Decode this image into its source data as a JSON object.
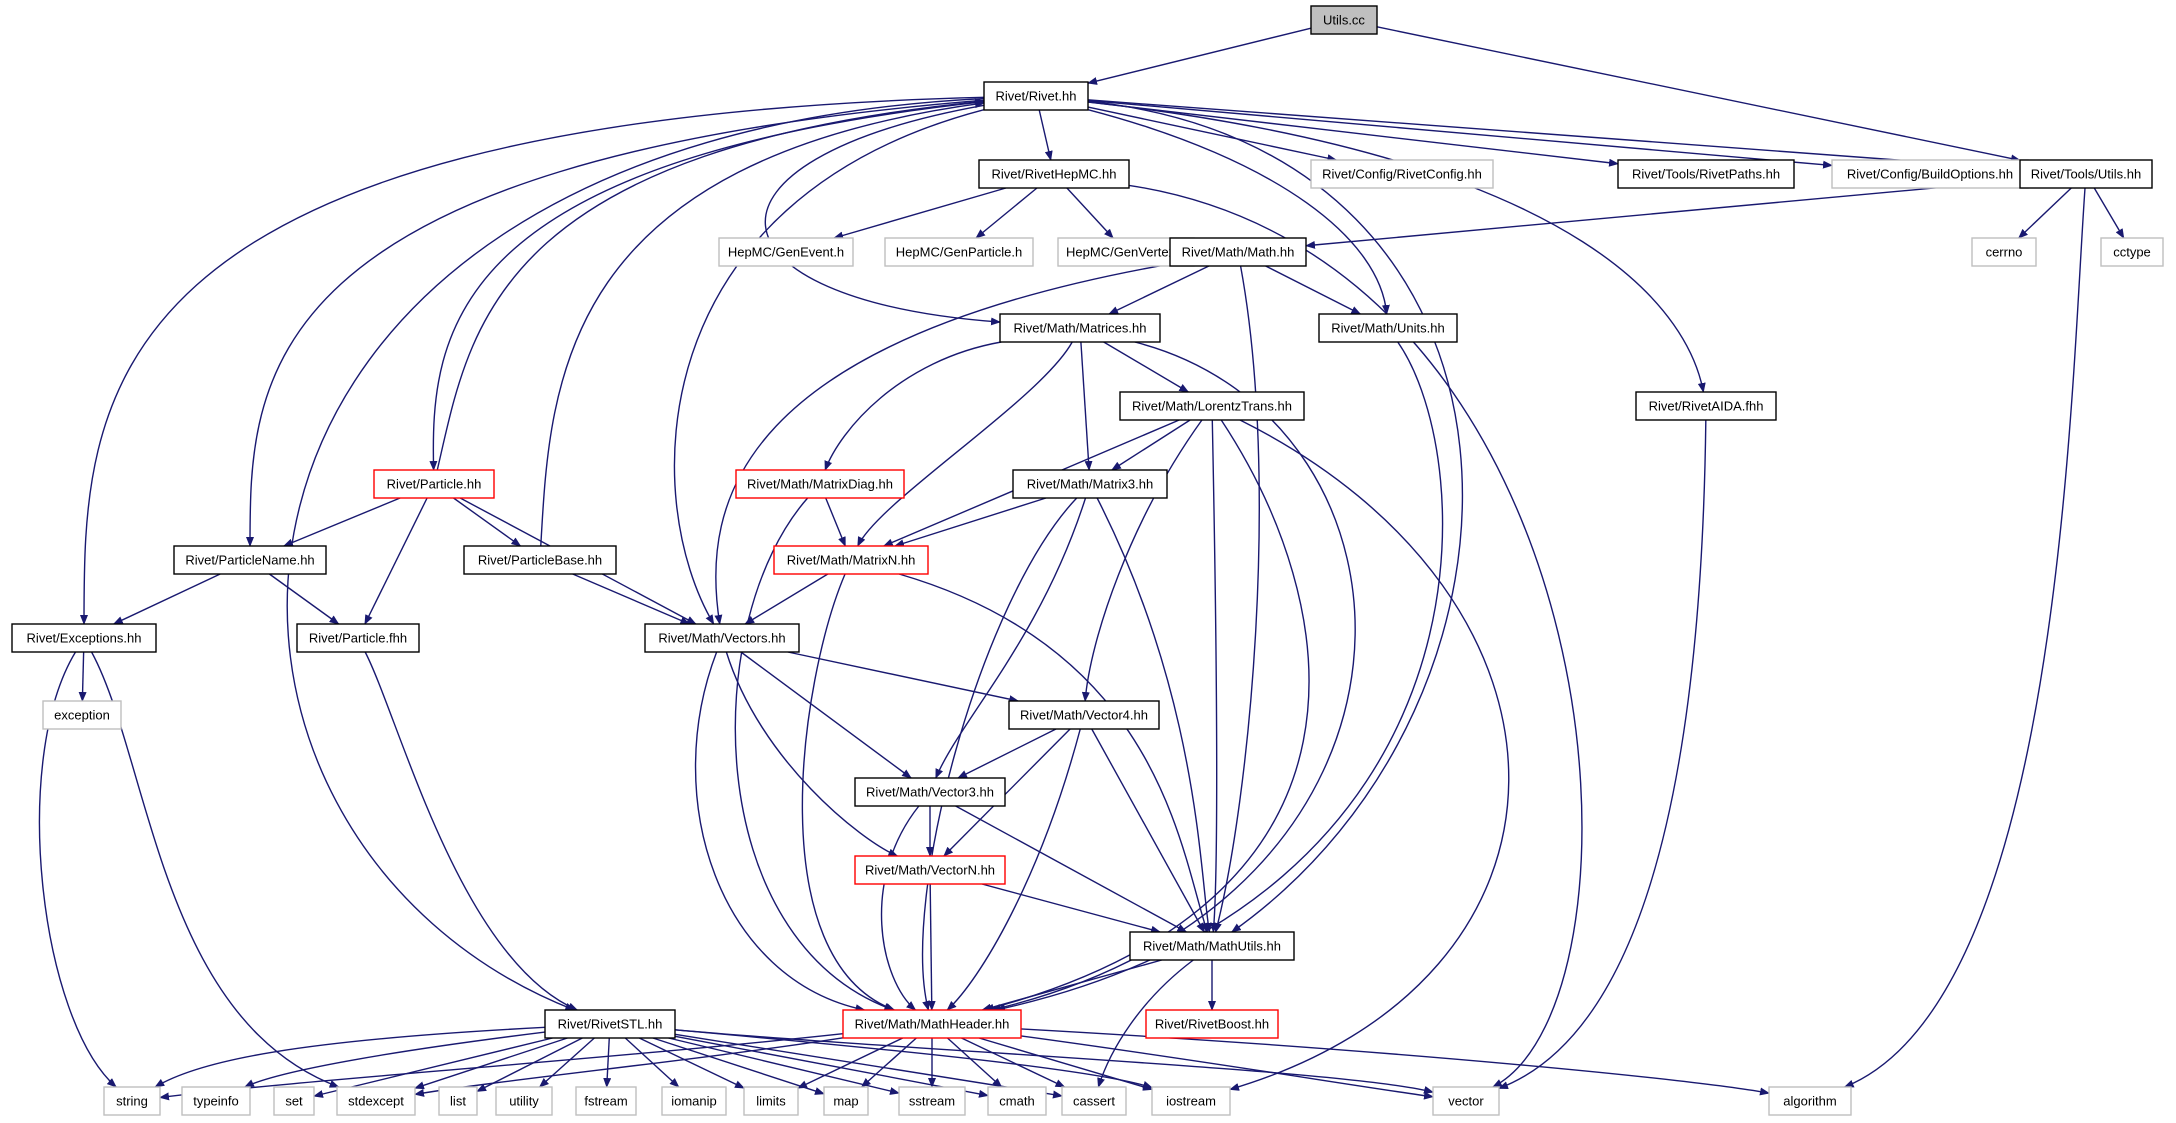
{
  "diagram": {
    "type": "include-dependency-graph",
    "colors": {
      "edge": "#191970",
      "normal_border": "#000000",
      "missing_border": "#bfbfbf",
      "truncated_border": "#ff0000",
      "root_fill": "#bfbfbf",
      "text": "#000000",
      "missing_text": "#000000"
    },
    "nodes": [
      {
        "id": "utils_cc",
        "label": "Utils.cc",
        "style": "root"
      },
      {
        "id": "rivet_hh",
        "label": "Rivet/Rivet.hh",
        "style": "normal"
      },
      {
        "id": "rivethepmc",
        "label": "Rivet/RivetHepMC.hh",
        "style": "normal"
      },
      {
        "id": "rivetconfig",
        "label": "Rivet/Config/RivetConfig.hh",
        "style": "missing"
      },
      {
        "id": "rivetpaths",
        "label": "Rivet/Tools/RivetPaths.hh",
        "style": "normal"
      },
      {
        "id": "buildoptions",
        "label": "Rivet/Config/BuildOptions.hh",
        "style": "missing"
      },
      {
        "id": "toolsutils",
        "label": "Rivet/Tools/Utils.hh",
        "style": "normal"
      },
      {
        "id": "genevent",
        "label": "HepMC/GenEvent.h",
        "style": "missing"
      },
      {
        "id": "genparticle",
        "label": "HepMC/GenParticle.h",
        "style": "missing"
      },
      {
        "id": "genvertex",
        "label": "HepMC/GenVertex.h",
        "style": "missing"
      },
      {
        "id": "mathhh",
        "label": "Rivet/Math/Math.hh",
        "style": "normal"
      },
      {
        "id": "cerrno",
        "label": "cerrno",
        "style": "missing"
      },
      {
        "id": "cctype",
        "label": "cctype",
        "style": "missing"
      },
      {
        "id": "matrices",
        "label": "Rivet/Math/Matrices.hh",
        "style": "normal"
      },
      {
        "id": "units",
        "label": "Rivet/Math/Units.hh",
        "style": "normal"
      },
      {
        "id": "lorentz",
        "label": "Rivet/Math/LorentzTrans.hh",
        "style": "normal"
      },
      {
        "id": "aidafhh",
        "label": "Rivet/RivetAIDA.fhh",
        "style": "normal"
      },
      {
        "id": "particlehh",
        "label": "Rivet/Particle.hh",
        "style": "truncated"
      },
      {
        "id": "matrixdiag",
        "label": "Rivet/Math/MatrixDiag.hh",
        "style": "truncated"
      },
      {
        "id": "matrix3",
        "label": "Rivet/Math/Matrix3.hh",
        "style": "normal"
      },
      {
        "id": "particlename",
        "label": "Rivet/ParticleName.hh",
        "style": "normal"
      },
      {
        "id": "particlebase",
        "label": "Rivet/ParticleBase.hh",
        "style": "normal"
      },
      {
        "id": "matrixn",
        "label": "Rivet/Math/MatrixN.hh",
        "style": "truncated"
      },
      {
        "id": "exceptions",
        "label": "Rivet/Exceptions.hh",
        "style": "normal"
      },
      {
        "id": "particlefhh",
        "label": "Rivet/Particle.fhh",
        "style": "normal"
      },
      {
        "id": "vectors",
        "label": "Rivet/Math/Vectors.hh",
        "style": "normal"
      },
      {
        "id": "exception",
        "label": "exception",
        "style": "missing"
      },
      {
        "id": "vector4",
        "label": "Rivet/Math/Vector4.hh",
        "style": "normal"
      },
      {
        "id": "vector3",
        "label": "Rivet/Math/Vector3.hh",
        "style": "normal"
      },
      {
        "id": "vectorn",
        "label": "Rivet/Math/VectorN.hh",
        "style": "truncated"
      },
      {
        "id": "mathutils",
        "label": "Rivet/Math/MathUtils.hh",
        "style": "normal"
      },
      {
        "id": "rivetstl",
        "label": "Rivet/RivetSTL.hh",
        "style": "normal"
      },
      {
        "id": "mathheader",
        "label": "Rivet/Math/MathHeader.hh",
        "style": "truncated"
      },
      {
        "id": "rivetboost",
        "label": "Rivet/RivetBoost.hh",
        "style": "truncated"
      },
      {
        "id": "string",
        "label": "string",
        "style": "missing"
      },
      {
        "id": "typeinfo",
        "label": "typeinfo",
        "style": "missing"
      },
      {
        "id": "set",
        "label": "set",
        "style": "missing"
      },
      {
        "id": "stdexcept",
        "label": "stdexcept",
        "style": "missing"
      },
      {
        "id": "list",
        "label": "list",
        "style": "missing"
      },
      {
        "id": "utility",
        "label": "utility",
        "style": "missing"
      },
      {
        "id": "fstream",
        "label": "fstream",
        "style": "missing"
      },
      {
        "id": "iomanip",
        "label": "iomanip",
        "style": "missing"
      },
      {
        "id": "limits",
        "label": "limits",
        "style": "missing"
      },
      {
        "id": "map",
        "label": "map",
        "style": "missing"
      },
      {
        "id": "sstream",
        "label": "sstream",
        "style": "missing"
      },
      {
        "id": "cmath",
        "label": "cmath",
        "style": "missing"
      },
      {
        "id": "cassert",
        "label": "cassert",
        "style": "missing"
      },
      {
        "id": "iostream",
        "label": "iostream",
        "style": "missing"
      },
      {
        "id": "vector",
        "label": "vector",
        "style": "missing"
      },
      {
        "id": "algorithm",
        "label": "algorithm",
        "style": "missing"
      }
    ],
    "edges": [
      [
        "utils_cc",
        "rivet_hh"
      ],
      [
        "utils_cc",
        "toolsutils"
      ],
      [
        "rivet_hh",
        "rivethepmc"
      ],
      [
        "rivet_hh",
        "rivetconfig"
      ],
      [
        "rivet_hh",
        "rivetpaths"
      ],
      [
        "rivet_hh",
        "buildoptions"
      ],
      [
        "rivet_hh",
        "toolsutils"
      ],
      [
        "rivet_hh",
        "units"
      ],
      [
        "rivet_hh",
        "matrices"
      ],
      [
        "rivet_hh",
        "aidafhh"
      ],
      [
        "rivet_hh",
        "particlehh"
      ],
      [
        "rivet_hh",
        "particlename"
      ],
      [
        "rivet_hh",
        "exceptions"
      ],
      [
        "rivet_hh",
        "rivetstl"
      ],
      [
        "rivet_hh",
        "vectors"
      ],
      [
        "rivet_hh",
        "mathutils"
      ],
      [
        "particlehh",
        "rivet_hh"
      ],
      [
        "particlebase",
        "rivet_hh"
      ],
      [
        "rivethepmc",
        "genevent"
      ],
      [
        "rivethepmc",
        "genparticle"
      ],
      [
        "rivethepmc",
        "genvertex"
      ],
      [
        "rivethepmc",
        "vector"
      ],
      [
        "toolsutils",
        "mathhh"
      ],
      [
        "toolsutils",
        "cerrno"
      ],
      [
        "toolsutils",
        "cctype"
      ],
      [
        "toolsutils",
        "algorithm"
      ],
      [
        "mathhh",
        "matrices"
      ],
      [
        "mathhh",
        "units"
      ],
      [
        "mathhh",
        "vectors"
      ],
      [
        "mathhh",
        "mathutils"
      ],
      [
        "matrices",
        "lorentz"
      ],
      [
        "matrices",
        "matrixdiag"
      ],
      [
        "matrices",
        "matrix3"
      ],
      [
        "matrices",
        "matrixn"
      ],
      [
        "matrices",
        "mathheader"
      ],
      [
        "units",
        "mathheader"
      ],
      [
        "lorentz",
        "matrixn"
      ],
      [
        "lorentz",
        "matrix3"
      ],
      [
        "lorentz",
        "vector4"
      ],
      [
        "lorentz",
        "mathutils"
      ],
      [
        "lorentz",
        "mathheader"
      ],
      [
        "lorentz",
        "iostream"
      ],
      [
        "aidafhh",
        "vector"
      ],
      [
        "particlehh",
        "particlename"
      ],
      [
        "particlehh",
        "particlebase"
      ],
      [
        "particlehh",
        "particlefhh"
      ],
      [
        "particlehh",
        "vectors"
      ],
      [
        "matrixdiag",
        "matrixn"
      ],
      [
        "matrixdiag",
        "mathheader"
      ],
      [
        "matrix3",
        "matrixn"
      ],
      [
        "matrix3",
        "vector3"
      ],
      [
        "matrix3",
        "mathutils"
      ],
      [
        "matrix3",
        "mathheader"
      ],
      [
        "particlename",
        "exceptions"
      ],
      [
        "particlename",
        "particlefhh"
      ],
      [
        "particlebase",
        "vectors"
      ],
      [
        "matrixn",
        "vectors"
      ],
      [
        "matrixn",
        "mathutils"
      ],
      [
        "matrixn",
        "mathheader"
      ],
      [
        "exceptions",
        "exception"
      ],
      [
        "exceptions",
        "string"
      ],
      [
        "exceptions",
        "stdexcept"
      ],
      [
        "particlefhh",
        "rivetstl"
      ],
      [
        "vectors",
        "vector4"
      ],
      [
        "vectors",
        "vector3"
      ],
      [
        "vectors",
        "vectorn"
      ],
      [
        "vectors",
        "mathheader"
      ],
      [
        "vector4",
        "vector3"
      ],
      [
        "vector4",
        "vectorn"
      ],
      [
        "vector4",
        "mathutils"
      ],
      [
        "vector4",
        "mathheader"
      ],
      [
        "vector3",
        "vectorn"
      ],
      [
        "vector3",
        "mathutils"
      ],
      [
        "vector3",
        "mathheader"
      ],
      [
        "vectorn",
        "mathutils"
      ],
      [
        "vectorn",
        "mathheader"
      ],
      [
        "mathutils",
        "mathheader"
      ],
      [
        "mathutils",
        "rivetboost"
      ],
      [
        "mathutils",
        "cassert"
      ],
      [
        "rivetstl",
        "string"
      ],
      [
        "rivetstl",
        "typeinfo"
      ],
      [
        "rivetstl",
        "set"
      ],
      [
        "rivetstl",
        "stdexcept"
      ],
      [
        "rivetstl",
        "list"
      ],
      [
        "rivetstl",
        "utility"
      ],
      [
        "rivetstl",
        "fstream"
      ],
      [
        "rivetstl",
        "iomanip"
      ],
      [
        "rivetstl",
        "limits"
      ],
      [
        "rivetstl",
        "map"
      ],
      [
        "rivetstl",
        "sstream"
      ],
      [
        "rivetstl",
        "cmath"
      ],
      [
        "rivetstl",
        "cassert"
      ],
      [
        "rivetstl",
        "iostream"
      ],
      [
        "rivetstl",
        "vector"
      ],
      [
        "mathheader",
        "string"
      ],
      [
        "mathheader",
        "stdexcept"
      ],
      [
        "mathheader",
        "limits"
      ],
      [
        "mathheader",
        "map"
      ],
      [
        "mathheader",
        "sstream"
      ],
      [
        "mathheader",
        "cmath"
      ],
      [
        "mathheader",
        "cassert"
      ],
      [
        "mathheader",
        "iostream"
      ],
      [
        "mathheader",
        "vector"
      ],
      [
        "mathheader",
        "algorithm"
      ]
    ]
  }
}
